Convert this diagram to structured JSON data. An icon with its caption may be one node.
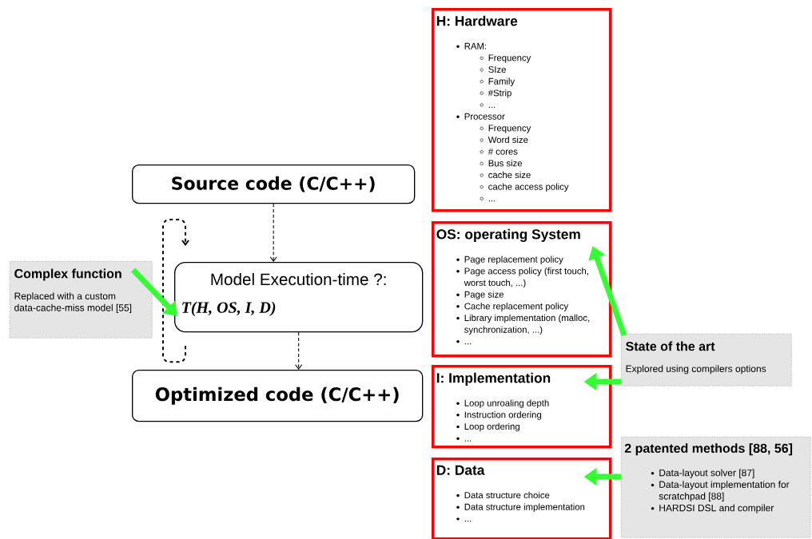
{
  "diagram": {
    "nodes": [
      {
        "text": [
          "Source code (C/C++)"
        ]
      },
      {
        "text": [
          "Model Execution-time ?:",
          "T(H, OS, I, D)"
        ]
      },
      {
        "text": [
          "Optimized code (C/C++)"
        ]
      },
      {
        "text": [
          "Complex function",
          "Replaced with a custom data-cache-miss model [55]"
        ]
      },
      {
        "text": [
          "H: Hardware",
          "RAM:",
          "Frequency",
          "SIze",
          "Family",
          "#Strip",
          "...",
          "Processor",
          "Frequency",
          "Word size",
          "# cores",
          "Bus size",
          "cache size",
          "cache access policy",
          "..."
        ]
      },
      {
        "text": [
          "OS: operating System",
          "Page replacement policy",
          "Page access policy (first touch, worst touch, ...)",
          "Page size",
          "Cache replacement policy",
          "Library implementation (malloc, synchronization, ...)",
          "..."
        ]
      },
      {
        "text": [
          "I: Implementation",
          "Loop unroaling depth",
          "Instruction ordering",
          "Loop ordering",
          "..."
        ]
      },
      {
        "text": [
          "D: Data",
          "Data structure choice",
          "Data structure implementation",
          "..."
        ]
      },
      {
        "text": [
          "State of the art",
          "Explored using compilers options"
        ]
      },
      {
        "text": [
          "2 patented methods [88, 56]",
          "Data-layout solver [87]",
          "Data-layout implementation for scratchpad [88]",
          "HARDSI DSL and compiler"
        ]
      }
    ],
    "edges": [
      {
        "from": 0,
        "to": 1,
        "arrow": "to",
        "style": "dashed",
        "color": "#000000"
      },
      {
        "from": 1,
        "to": 2,
        "arrow": "to",
        "style": "dashed",
        "color": "#000000"
      },
      {
        "from": 1,
        "to": 1,
        "arrow": "to",
        "style": "dashed",
        "color": "#000000"
      },
      {
        "from": 3,
        "to": 1,
        "arrow": "to"
      },
      {
        "from": 8,
        "to": 5,
        "arrow": "to"
      },
      {
        "from": 8,
        "to": 6,
        "arrow": "to"
      },
      {
        "from": 9,
        "to": 7,
        "arrow": "to"
      }
    ]
  }
}
